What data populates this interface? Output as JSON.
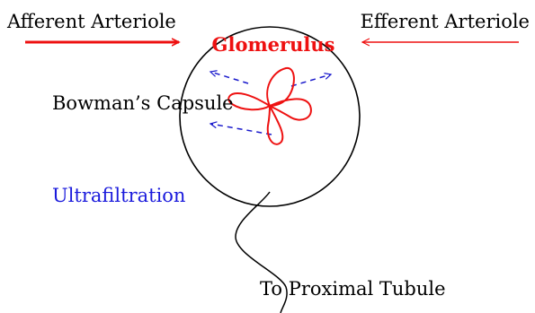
{
  "labels": {
    "afferent": "Afferent Arteriole",
    "efferent": "Efferent Arteriole",
    "glomerulus": "Glomerulus",
    "bowman": "Bowman’s Capsule",
    "ultrafiltration": "Ultrafiltration",
    "proximal": "To Proximal Tubule"
  },
  "colors": {
    "arteriole": "#ee1111",
    "glomerulus": "#ee1111",
    "filtrate_arrows": "#1a1acc",
    "ultrafiltration_text": "#1a1adc",
    "capsule": "#000000",
    "text": "#000000"
  }
}
